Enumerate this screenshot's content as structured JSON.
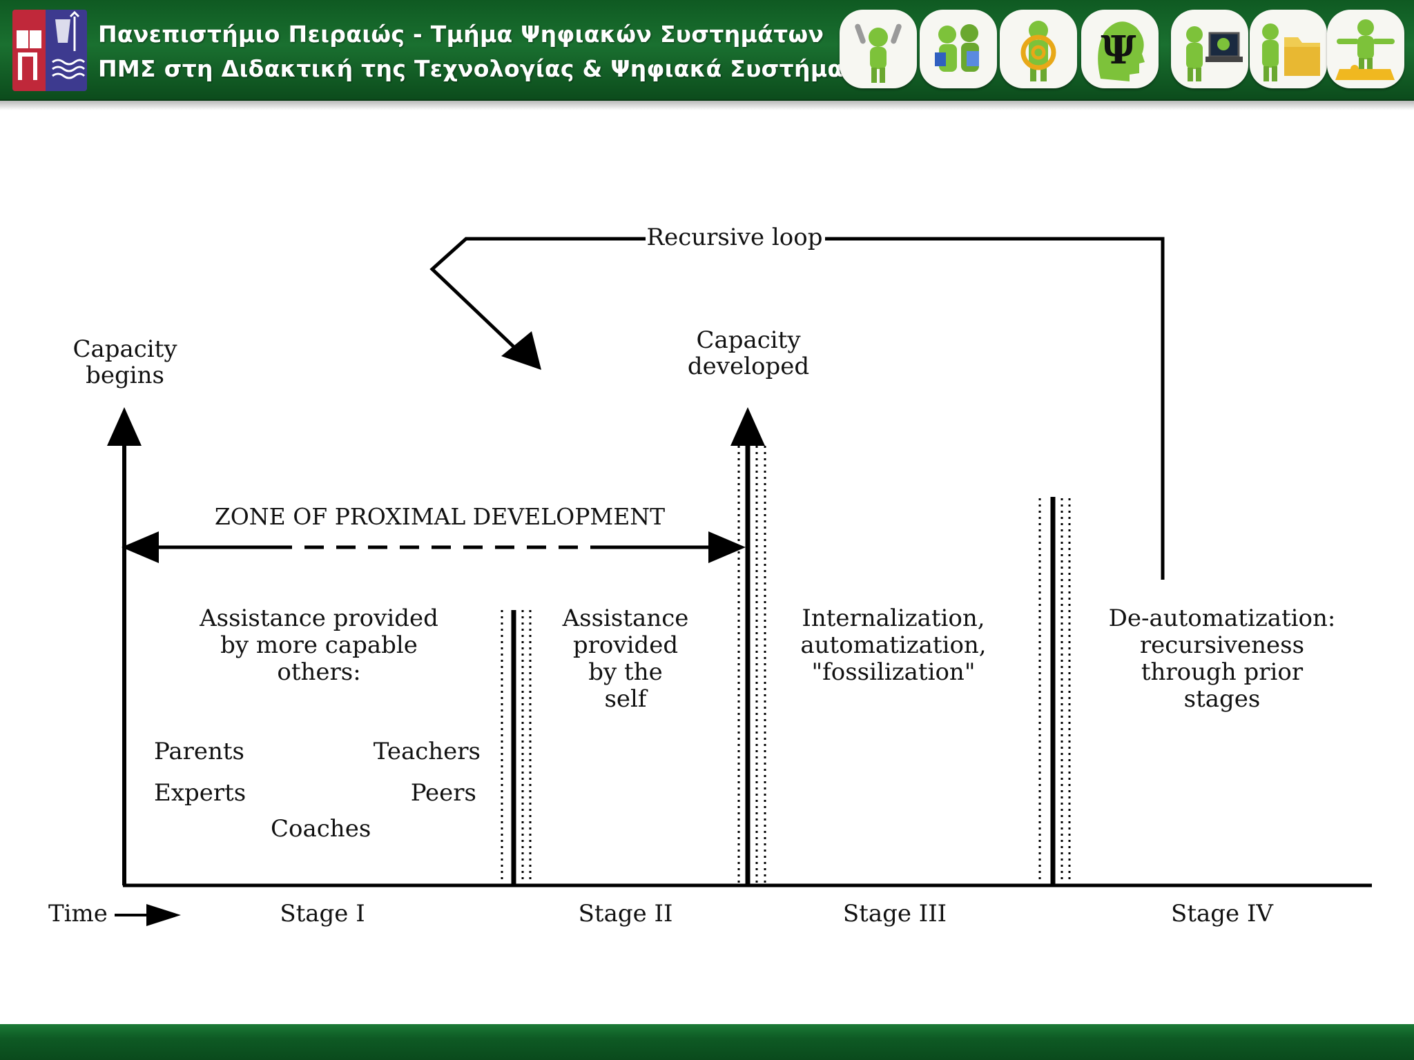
{
  "header": {
    "title_line1": "Πανεπιστήμιο Πειραιώς - Τμήμα Ψηφιακών Συστημάτων",
    "title_line2": "ΠΜΣ στη Διδακτική της Τεχνολογίας & Ψηφιακά Συστήματα",
    "icons": [
      "microphones-figure-icon",
      "reading-figures-icon",
      "at-sign-figure-icon",
      "psi-head-icon",
      "laptop-figure-icon",
      "folder-figure-icon",
      "puzzle-figure-icon"
    ],
    "accent_color": "#1a7030",
    "icon_figure_color": "#7dc23a"
  },
  "diagram": {
    "recursive_loop_label": "Recursive loop",
    "capacity_begins_line1": "Capacity",
    "capacity_begins_line2": "begins",
    "capacity_developed_line1": "Capacity",
    "capacity_developed_line2": "developed",
    "zpd_label": "ZONE OF PROXIMAL DEVELOPMENT",
    "stage1_text": [
      "Assistance provided",
      "by more capable",
      "others:"
    ],
    "stage2_text": [
      "Assistance",
      "provided",
      "by the",
      "self"
    ],
    "stage3_text": [
      "Internalization,",
      "automatization,",
      "\"fossilization\""
    ],
    "stage4_text": [
      "De-automatization:",
      "recursiveness",
      "through prior",
      "stages"
    ],
    "others": {
      "parents": "Parents",
      "experts": "Experts",
      "coaches": "Coaches",
      "teachers": "Teachers",
      "peers": "Peers"
    },
    "time_label": "Time",
    "stage_labels": [
      "Stage I",
      "Stage II",
      "Stage III",
      "Stage IV"
    ]
  }
}
